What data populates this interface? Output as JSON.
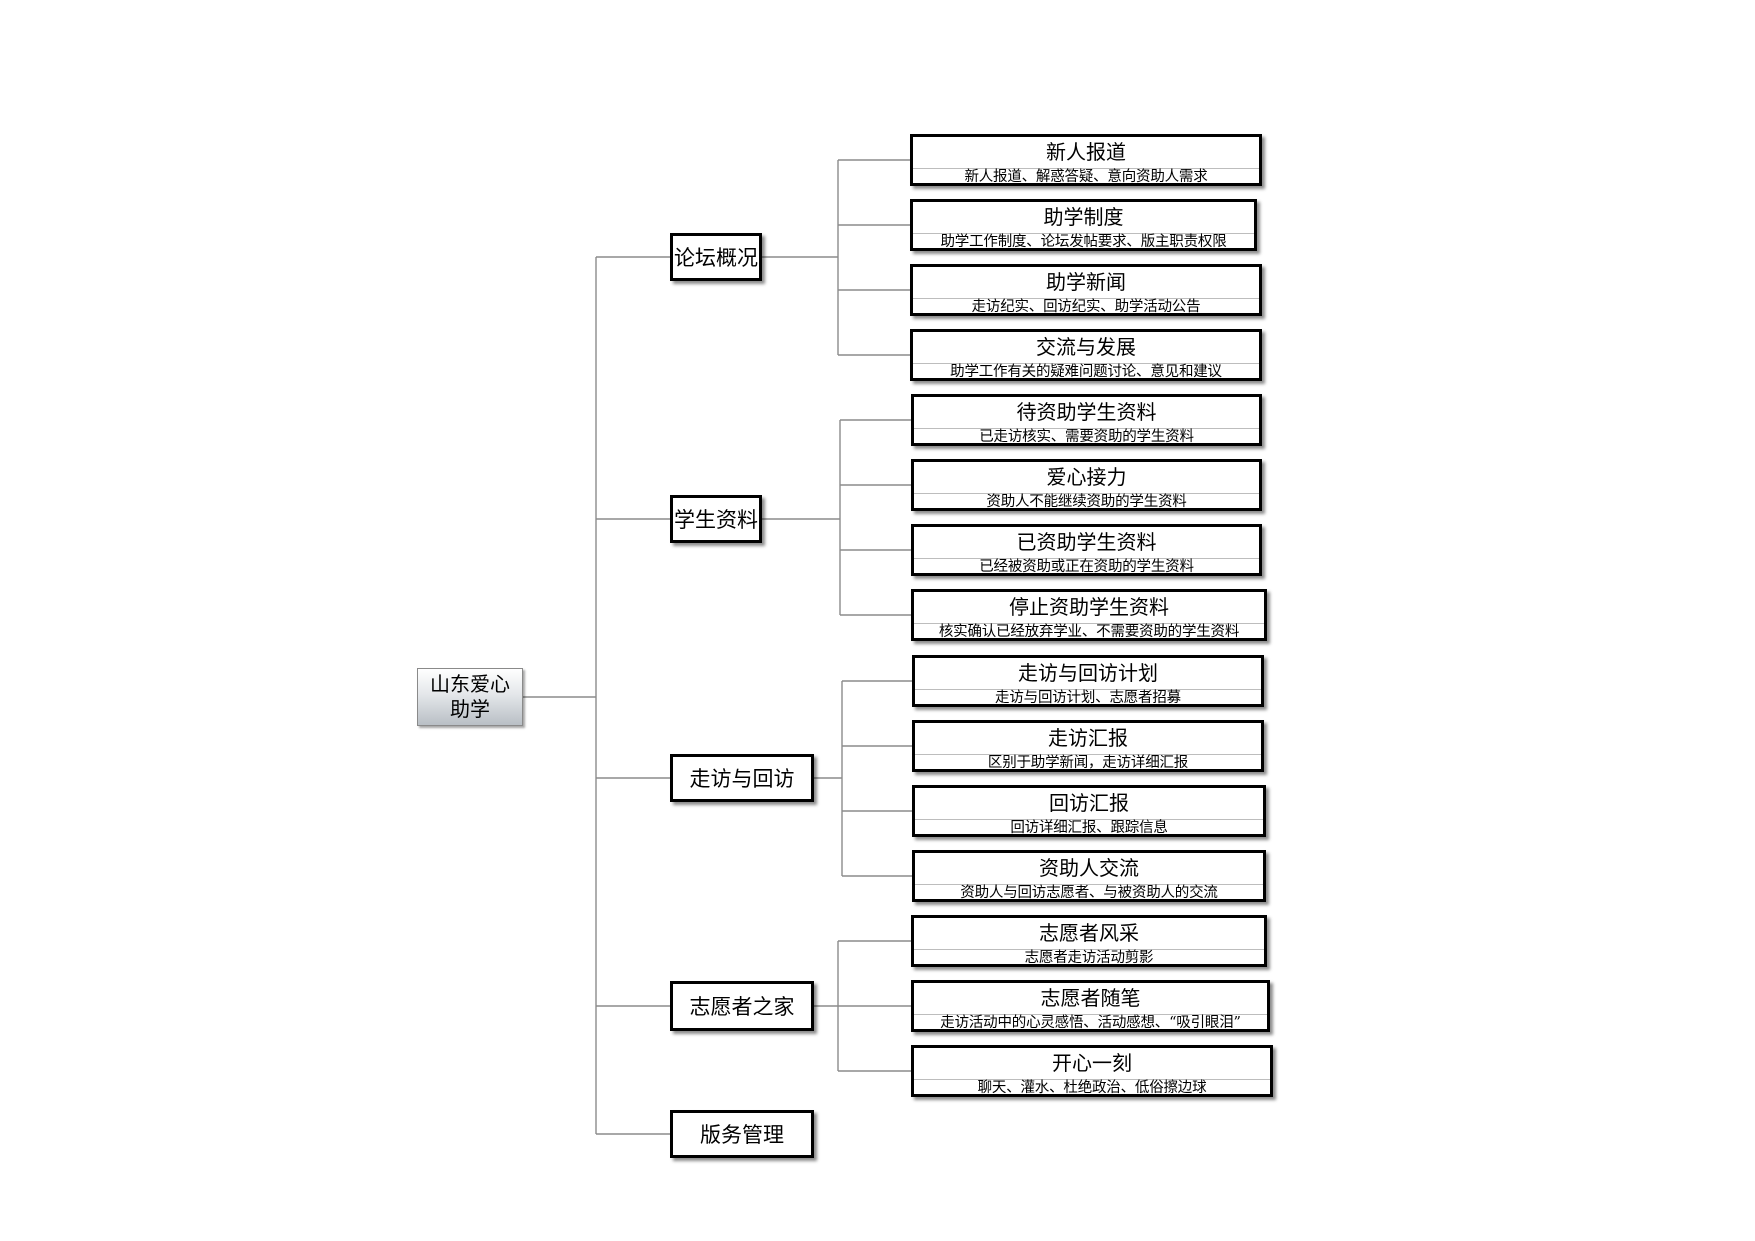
{
  "root": {
    "line1": "山东爱心",
    "line2": "助学"
  },
  "categories": [
    {
      "label": "论坛概况",
      "items": [
        {
          "title": "新人报道",
          "desc": "新人报道、解惑答疑、意向资助人需求"
        },
        {
          "title": "助学制度",
          "desc": "助学工作制度、论坛发帖要求、版主职责权限"
        },
        {
          "title": "助学新闻",
          "desc": "走访纪实、回访纪实、助学活动公告"
        },
        {
          "title": "交流与发展",
          "desc": "助学工作有关的疑难问题讨论、意见和建议"
        }
      ]
    },
    {
      "label": "学生资料",
      "items": [
        {
          "title": "待资助学生资料",
          "desc": "已走访核实、需要资助的学生资料"
        },
        {
          "title": "爱心接力",
          "desc": "资助人不能继续资助的学生资料"
        },
        {
          "title": "已资助学生资料",
          "desc": "已经被资助或正在资助的学生资料"
        },
        {
          "title": "停止资助学生资料",
          "desc": "核实确认已经放弃学业、不需要资助的学生资料"
        }
      ]
    },
    {
      "label": "走访与回访",
      "items": [
        {
          "title": "走访与回访计划",
          "desc": "走访与回访计划、志愿者招募"
        },
        {
          "title": "走访汇报",
          "desc": "区别于助学新闻，走访详细汇报"
        },
        {
          "title": "回访汇报",
          "desc": "回访详细汇报、跟踪信息"
        },
        {
          "title": "资助人交流",
          "desc": "资助人与回访志愿者、与被资助人的交流"
        }
      ]
    },
    {
      "label": "志愿者之家",
      "items": [
        {
          "title": "志愿者风采",
          "desc": "志愿者走访活动剪影"
        },
        {
          "title": "志愿者随笔",
          "desc": "走访活动中的心灵感悟、活动感想、“吸引眼泪”"
        },
        {
          "title": "开心一刻",
          "desc": "聊天、灌水、杜绝政治、低俗擦边球"
        }
      ]
    },
    {
      "label": "版务管理",
      "items": []
    }
  ]
}
